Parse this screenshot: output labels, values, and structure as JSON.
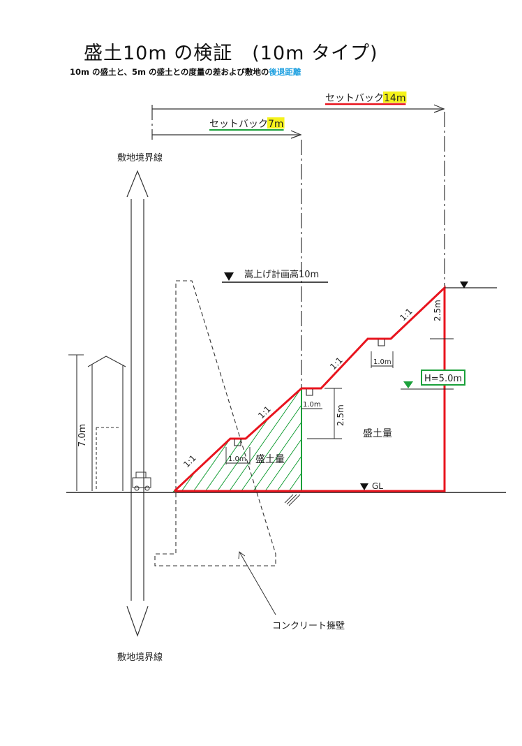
{
  "title": "盛土10m の検証　(10m タイプ)",
  "subtitle": {
    "main": "10m の盛土と、5m の盛土との度量の差および敷地の",
    "highlight": "後退距離"
  },
  "setback_14": {
    "label": "セットバック",
    "value": "14m"
  },
  "setback_7": {
    "label": "セットバック",
    "value": "7m"
  },
  "boundary_label_top": "敷地境界線",
  "boundary_label_bottom": "敷地境界線",
  "planned_height": "嵩上げ計画高10m",
  "house_height": "7.0m",
  "slope_ratio": "1:1",
  "berm_width": "1.0m",
  "step_height": "2.5m",
  "fill_height": "H=5.0m",
  "fill_volume_label": "盛土量",
  "ground_level": "GL",
  "retaining_wall": "コンクリート擁壁",
  "colors": {
    "red": "#e8141e",
    "green": "#1aa03a",
    "highlight": "#f5f21a",
    "cyan": "#1ea0e0"
  }
}
